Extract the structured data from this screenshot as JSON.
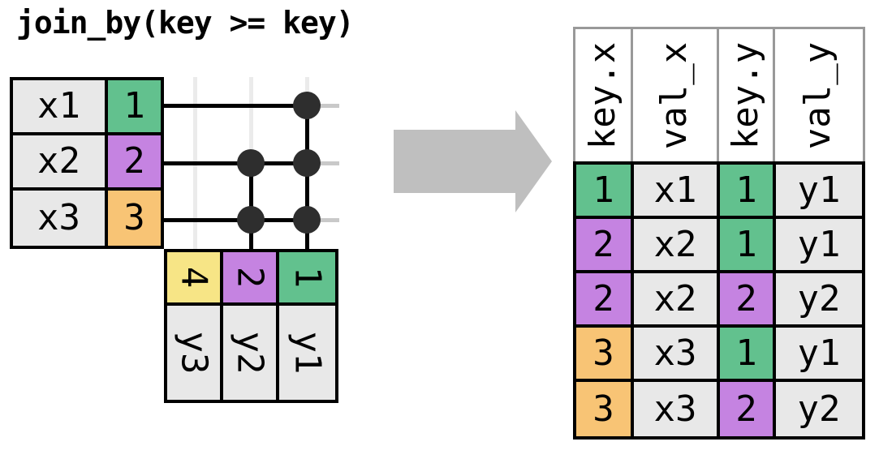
{
  "palette": {
    "green": "#62C18E",
    "purple": "#C583E1",
    "orange": "#F8C475",
    "yellow": "#F7E586",
    "cellgray": "#E8E8E8",
    "white": "#FFFFFF",
    "lightline": "#EBEBEB",
    "stubgray": "#C9C9C9",
    "black": "#000000",
    "dot": "#2E2E2E",
    "arrow": "#BFBFBF",
    "headerborder": "#999999"
  },
  "title": "join_by(key >= key)",
  "x_table": {
    "rows": [
      {
        "val": "x1",
        "key": "1",
        "key_color": "green"
      },
      {
        "val": "x2",
        "key": "2",
        "key_color": "purple"
      },
      {
        "val": "x3",
        "key": "3",
        "key_color": "orange"
      }
    ]
  },
  "y_table": {
    "keys": [
      {
        "key": "4",
        "key_color": "yellow"
      },
      {
        "key": "2",
        "key_color": "purple"
      },
      {
        "key": "1",
        "key_color": "green"
      }
    ],
    "vals": [
      "y3",
      "y2",
      "y1"
    ]
  },
  "result_table": {
    "headers": [
      "key.x",
      "val_x",
      "key.y",
      "val_y"
    ],
    "rows": [
      {
        "key_x": "1",
        "key_x_color": "green",
        "val_x": "x1",
        "key_y": "1",
        "key_y_color": "green",
        "val_y": "y1"
      },
      {
        "key_x": "2",
        "key_x_color": "purple",
        "val_x": "x2",
        "key_y": "1",
        "key_y_color": "green",
        "val_y": "y1"
      },
      {
        "key_x": "2",
        "key_x_color": "purple",
        "val_x": "x2",
        "key_y": "2",
        "key_y_color": "purple",
        "val_y": "y2"
      },
      {
        "key_x": "3",
        "key_x_color": "orange",
        "val_x": "x3",
        "key_y": "1",
        "key_y_color": "green",
        "val_y": "y1"
      },
      {
        "key_x": "3",
        "key_x_color": "orange",
        "val_x": "x3",
        "key_y": "2",
        "key_y_color": "purple",
        "val_y": "y2"
      }
    ]
  }
}
